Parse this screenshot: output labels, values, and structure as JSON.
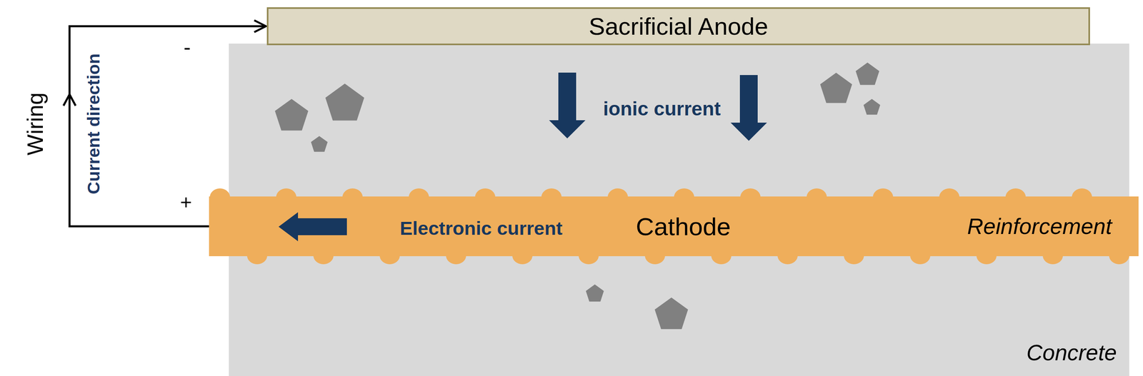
{
  "diagram": {
    "nodes": [
      {
        "text": [
          "Sacrificial Anode"
        ]
      },
      {
        "text": [
          "Concrete"
        ]
      },
      {
        "text": [
          "Cathode",
          "Reinforcement"
        ],
        "in": 1
      }
    ],
    "edges": [
      {
        "from": 2,
        "to": 0,
        "arrow": "to"
      }
    ],
    "labels": [
      "Wiring",
      "Current direction",
      "-",
      "+",
      "ionic current",
      "Electronic current"
    ]
  }
}
